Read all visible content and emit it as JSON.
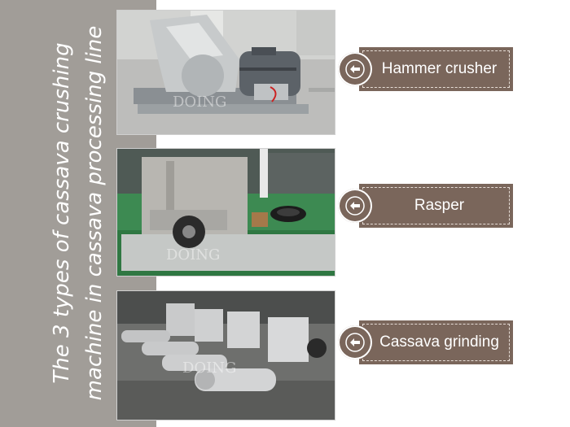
{
  "side_title": {
    "line1": "The 3 types of cassava crushing",
    "line2": "machine in cassava processing line"
  },
  "watermark": "DOING",
  "items": [
    {
      "label": "Hammer crusher"
    },
    {
      "label": "Rasper"
    },
    {
      "label": "Cassava grinding"
    }
  ],
  "colors": {
    "side_panel": "#a19d98",
    "label_bg": "#7a665b",
    "label_text": "#ffffff"
  },
  "icons": {
    "arrow": "arrow-left-icon"
  }
}
